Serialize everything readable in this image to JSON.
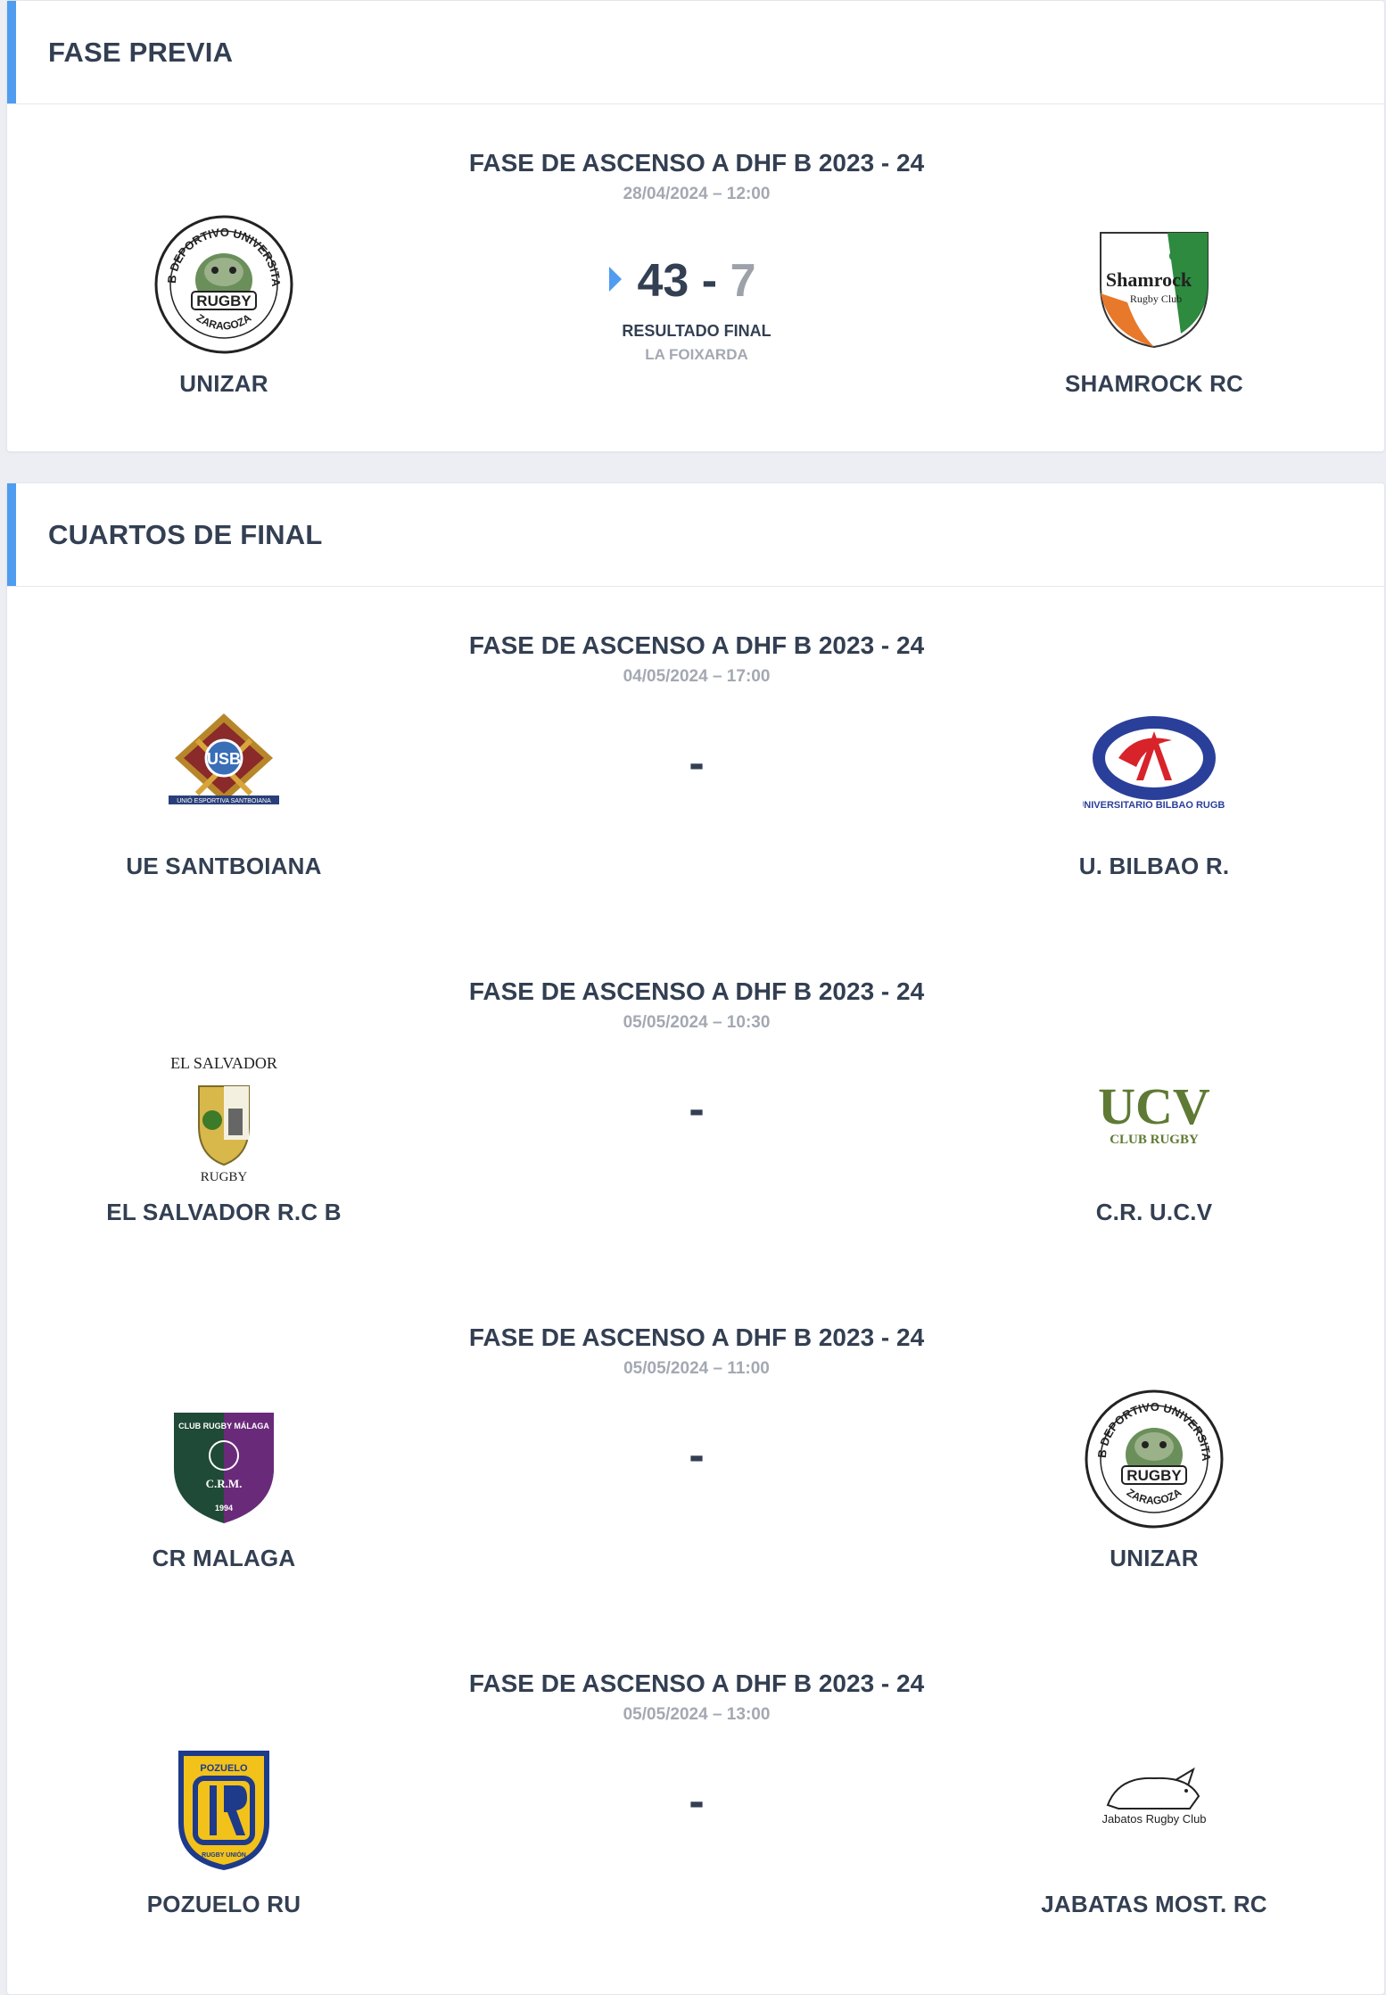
{
  "accent_color": "#4f9cf0",
  "sections": [
    {
      "title": "FASE PREVIA",
      "matches": [
        {
          "competition": "FASE DE ASCENSO A DHF B 2023 - 24",
          "datetime": "28/04/2024 – 12:00",
          "home": {
            "name": "UNIZAR",
            "logo_icon": "unizar-logo-icon"
          },
          "away": {
            "name": "SHAMROCK RC",
            "logo_icon": "shamrock-logo-icon"
          },
          "home_score": "43",
          "separator": "-",
          "away_score": "7",
          "status": "RESULTADO FINAL",
          "venue": "LA FOIXARDA"
        }
      ]
    },
    {
      "title": "CUARTOS DE FINAL",
      "matches": [
        {
          "competition": "FASE DE ASCENSO A DHF B 2023 - 24",
          "datetime": "04/05/2024 – 17:00",
          "home": {
            "name": "UE SANTBOIANA",
            "logo_icon": "santboiana-logo-icon"
          },
          "away": {
            "name": "U. BILBAO R.",
            "logo_icon": "bilbao-logo-icon"
          },
          "result": "-"
        },
        {
          "competition": "FASE DE ASCENSO A DHF B 2023 - 24",
          "datetime": "05/05/2024 – 10:30",
          "home": {
            "name": "EL SALVADOR R.C B",
            "logo_icon": "el-salvador-logo-icon"
          },
          "away": {
            "name": "C.R. U.C.V",
            "logo_icon": "ucv-logo-icon"
          },
          "result": "-"
        },
        {
          "competition": "FASE DE ASCENSO A DHF B 2023 - 24",
          "datetime": "05/05/2024 – 11:00",
          "home": {
            "name": "CR MALAGA",
            "logo_icon": "malaga-logo-icon"
          },
          "away": {
            "name": "UNIZAR",
            "logo_icon": "unizar-logo-icon"
          },
          "result": "-"
        },
        {
          "competition": "FASE DE ASCENSO A DHF B 2023 - 24",
          "datetime": "05/05/2024 – 13:00",
          "home": {
            "name": "POZUELO RU",
            "logo_icon": "pozuelo-logo-icon"
          },
          "away": {
            "name": "JABATAS MOST. RC",
            "logo_icon": "jabatos-logo-icon"
          },
          "result": "-"
        }
      ]
    }
  ],
  "logo_text": {
    "unizar_ring": "CLUB DEPORTIVO UNIVERSITARIO",
    "unizar_rugby": "RUGBY",
    "unizar_city": "ZARAGOZA",
    "shamrock_main": "Shamrock",
    "shamrock_sub": "Rugby Club",
    "santboiana_initials": "USB",
    "santboiana_band": "UNIÓ ESPORTIVA SANTBOIANA",
    "bilbao_text": "UNIVERSITARIO BILBAO RUGBY",
    "salvador_top": "EL SALVADOR",
    "salvador_bottom": "RUGBY",
    "ucv_main": "UCV",
    "ucv_sub": "CLUB RUGBY",
    "malaga_top": "CLUB RUGBY MÁLAGA",
    "malaga_mid": "C.R.M.",
    "malaga_year": "1994",
    "pozuelo_top": "POZUELO",
    "pozuelo_bottom": "RUGBY UNIÓN",
    "jabatos_text": "Jabatos Rugby Club"
  }
}
